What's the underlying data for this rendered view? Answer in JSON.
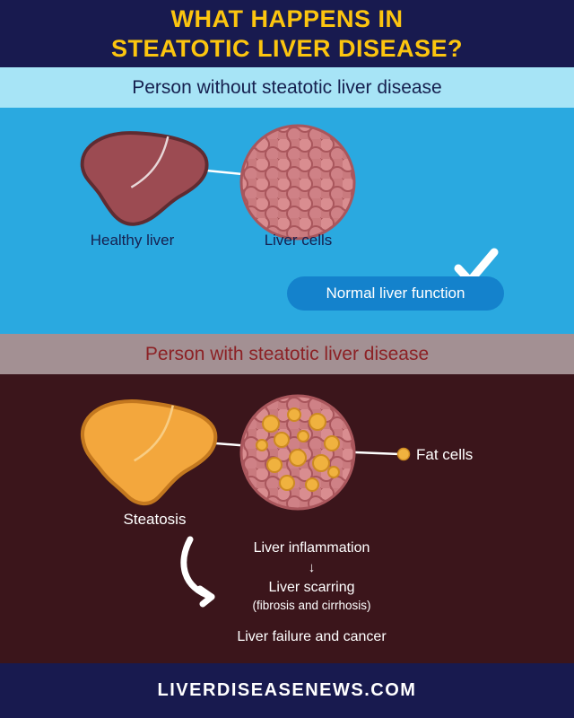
{
  "header": {
    "title_line1": "WHAT HAPPENS IN",
    "title_line2": "STEATOTIC LIVER DISEASE?"
  },
  "healthy": {
    "band_label": "Person without steatotic liver disease",
    "liver_label": "Healthy liver",
    "cells_label": "Liver cells",
    "pill_label": "Normal liver function"
  },
  "diseased": {
    "band_label": "Person with steatotic liver disease",
    "fat_cells_label": "Fat cells",
    "liver_label": "Steatosis",
    "progression": [
      "Liver inflammation",
      "↓",
      "Liver scarring",
      "(fibrosis and cirrhosis)",
      "Liver failure and cancer"
    ]
  },
  "footer": {
    "site": "LIVERDISEASENEWS.COM"
  },
  "colors": {
    "navy": "#181a4f",
    "title_yellow": "#fcc50f",
    "light_blue_band": "#a7e4f6",
    "healthy_bg": "#2aa9e0",
    "pill_blue": "#1482cc",
    "mauve_band": "#a39093",
    "diseased_band_text": "#8c2125",
    "diseased_bg": "#3b151b",
    "healthy_liver": "#9c4b52",
    "fatty_liver": "#f3a73d",
    "fat_cell_yellow": "#f0b23f"
  }
}
